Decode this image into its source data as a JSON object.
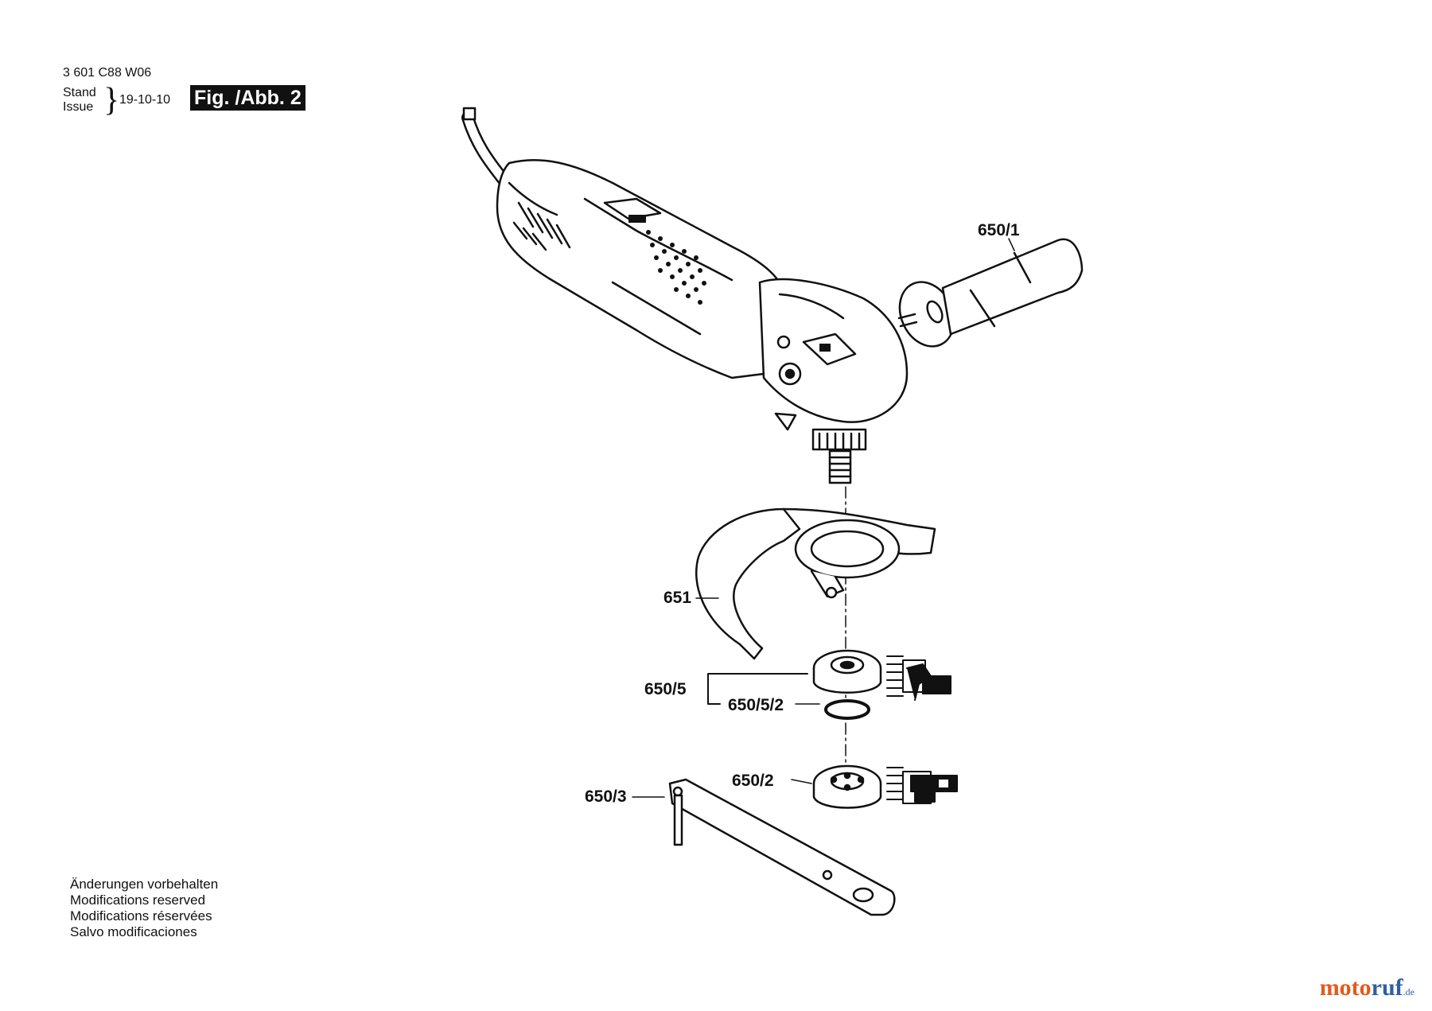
{
  "header": {
    "part_number": "3 601 C88 W06",
    "stand": "Stand",
    "issue": "Issue",
    "date": "19-10-10",
    "figure": "Fig. /Abb. 2"
  },
  "labels": {
    "handle": "650/1",
    "guard": "651",
    "flange": "650/5",
    "oring": "650/5/2",
    "nut": "650/2",
    "wrench": "650/3"
  },
  "notes": [
    "Änderungen vorbehalten",
    "Modifications reserved",
    "Modifications réservées",
    "Salvo modificaciones"
  ],
  "watermark": {
    "part1": "moto",
    "part2": "ruf",
    "suffix": ".de"
  }
}
